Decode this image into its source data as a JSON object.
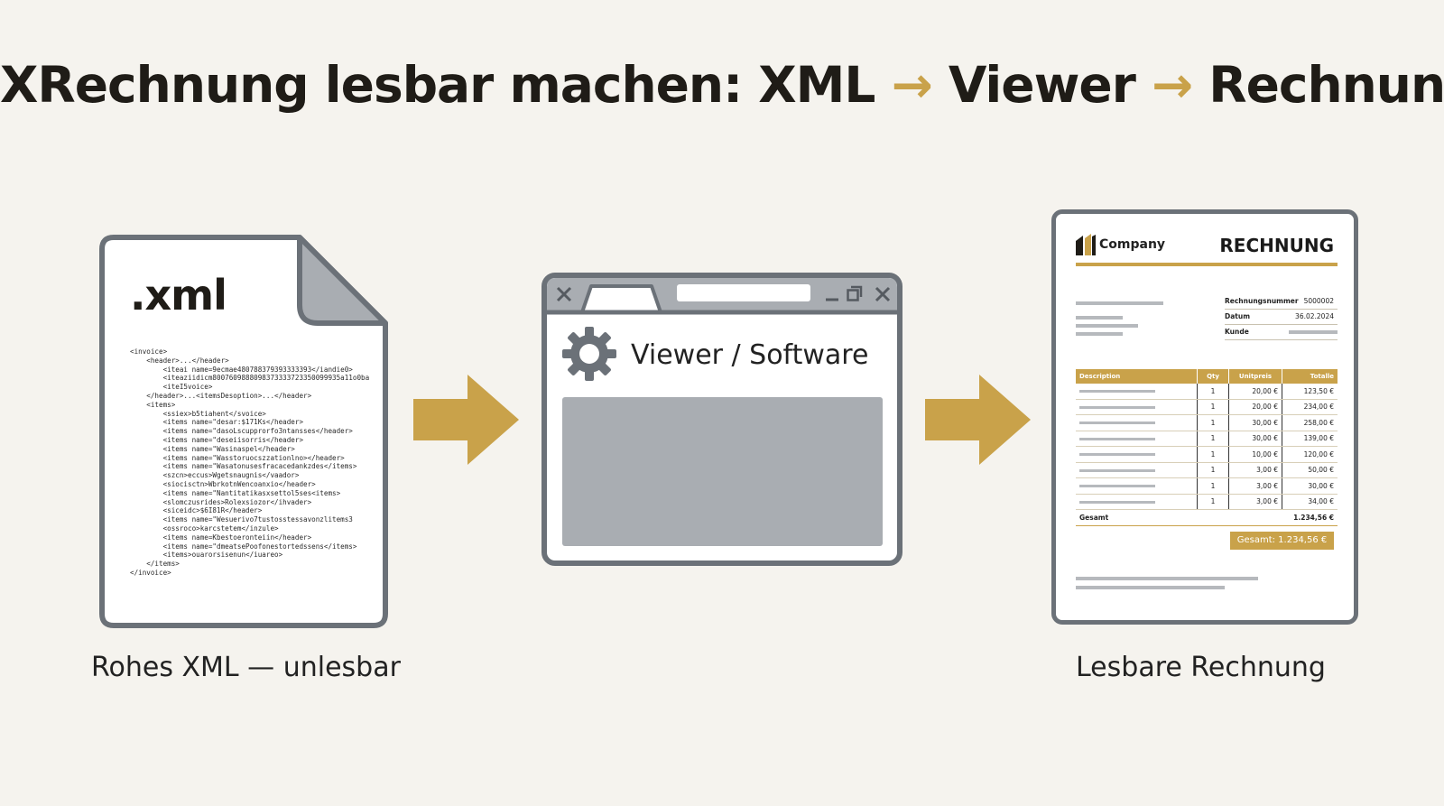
{
  "title": {
    "part1": "XRechnung lesbar machen: XML",
    "arrow1": "→",
    "part2": "Viewer",
    "arrow2": "→",
    "part3": "Rechnung"
  },
  "xml_file": {
    "extension": ".xml",
    "code_lines": [
      "<invoice>",
      "    <header>...</header>",
      "        <iteai name=9ecmae480788379393333393</iandie0>",
      "        <iteaziidicm8007609888098373333723350099935a11o0ba",
      "        <iteI5voice>",
      "    </header>...<itemsDesoption>...</header>",
      "    <items>",
      "        <ssiex>b5tiahent</svoice>",
      "        <items name=\"desar:$171Ks</header>",
      "        <items name=\"dasoLscupprorfo3ntansses</header>",
      "        <items name=\"deseiisorris</header>",
      "        <items name=\"Wasinaspel</header>",
      "        <items name=\"Wasstoruocszzationlno></header>",
      "        <items name=\"Wasatonusesfracacedankzdes</items>",
      "        <szcn>eccus>Wgetsnaugnis</vaador>",
      "        <siocisctn>WbrkotnWencoanxio</header>",
      "        <items name=\"Nantitatikasxsettol5ses<items>",
      "        <slomczusrides>Rolexsiozor</ihvader>",
      "        <siceidc>$6I81R</header>",
      "        <items name=\"Wesuerivo7tustosstessavonzlitems3",
      "        <ossroco>karcstetem</inzule>",
      "        <items name=Kbestoeronteiin</header>",
      "        <items name=\"dmeatsePoofonestortedssens</items>",
      "        <items>ouarorsisenun</iuareo>",
      "    </items>",
      "</invoice>"
    ],
    "caption": "Rohes XML — unlesbar"
  },
  "viewer": {
    "label": "Viewer / Software"
  },
  "invoice": {
    "company": "Company",
    "title": "RECHNUNG",
    "meta": [
      {
        "label": "Rechnungsnummer",
        "value": "5000002"
      },
      {
        "label": "Datum",
        "value": "36.02.2024"
      },
      {
        "label": "Kunde",
        "value": ""
      }
    ],
    "headers": [
      "Description",
      "Qty",
      "Unitpreis",
      "Totalle"
    ],
    "rows": [
      {
        "qty": "1",
        "unit": "20,00 €",
        "total": "123,50 €"
      },
      {
        "qty": "1",
        "unit": "20,00 €",
        "total": "234,00 €"
      },
      {
        "qty": "1",
        "unit": "30,00 €",
        "total": "258,00 €"
      },
      {
        "qty": "1",
        "unit": "30,00 €",
        "total": "139,00 €"
      },
      {
        "qty": "1",
        "unit": "10,00 €",
        "total": "120,00 €"
      },
      {
        "qty": "1",
        "unit": "3,00 €",
        "total": "50,00 €"
      },
      {
        "qty": "1",
        "unit": "3,00 €",
        "total": "30,00 €"
      },
      {
        "qty": "1",
        "unit": "3,00 €",
        "total": "34,00 €"
      }
    ],
    "sum_label": "Gesamt",
    "sum_value": "1.234,56 €",
    "grand_total": "Gesamt: 1.234,56 €",
    "caption": "Lesbare Rechnung"
  },
  "colors": {
    "accent": "#c9a24a",
    "frame": "#6b7178",
    "panel": "#a9adb2",
    "background": "#f5f3ee"
  },
  "icons": [
    "document-icon",
    "arrow-right-icon",
    "gear-icon",
    "close-icon",
    "minimize-icon",
    "maximize-icon",
    "company-logo-icon"
  ]
}
